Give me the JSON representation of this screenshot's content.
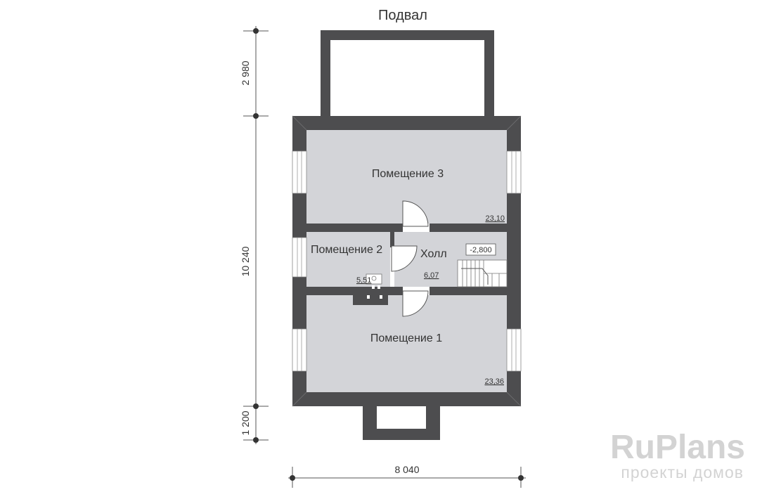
{
  "plan": {
    "title": "Подвал",
    "rooms": [
      {
        "name": "Помещение 3",
        "area": "23,10"
      },
      {
        "name": "Помещение 2",
        "area": "5,51"
      },
      {
        "name": "Холл",
        "area": "6,07"
      },
      {
        "name": "Помещение 1",
        "area": "23,36"
      }
    ],
    "level_mark": "-2,800",
    "dimensions": {
      "upper": "2 980",
      "main": "10 240",
      "lower": "1 200",
      "width": "8 040"
    }
  },
  "brand": {
    "name": "RuPlans",
    "tagline": "проекты домов"
  },
  "colors": {
    "wall": "#4d4d4f",
    "floor": "#d3d4d8",
    "window": "#ffffff",
    "ink": "#333333",
    "watermark": "#d3d3d3"
  }
}
